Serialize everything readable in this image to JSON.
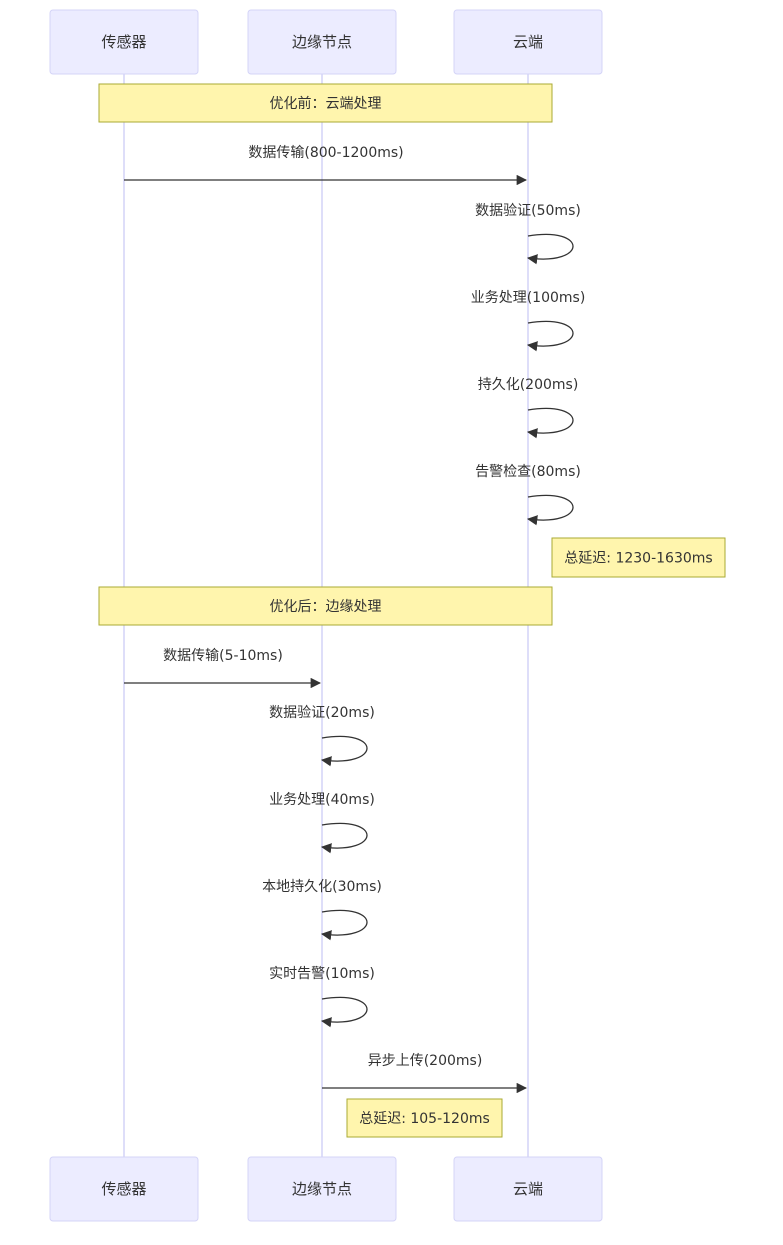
{
  "actors": [
    {
      "id": "sensor",
      "label": "传感器"
    },
    {
      "id": "edge",
      "label": "边缘节点"
    },
    {
      "id": "cloud",
      "label": "云端"
    }
  ],
  "sections": [
    {
      "title": "优化前：云端处理",
      "messages": [
        {
          "from": "sensor",
          "to": "cloud",
          "label": "数据传输(800-1200ms)"
        },
        {
          "from": "cloud",
          "to": "cloud",
          "label": "数据验证(50ms)"
        },
        {
          "from": "cloud",
          "to": "cloud",
          "label": "业务处理(100ms)"
        },
        {
          "from": "cloud",
          "to": "cloud",
          "label": "持久化(200ms)"
        },
        {
          "from": "cloud",
          "to": "cloud",
          "label": "告警检查(80ms)"
        }
      ],
      "total_note": {
        "anchor": "cloud",
        "placement": "right-of",
        "text": "总延迟: 1230-1630ms"
      }
    },
    {
      "title": "优化后：边缘处理",
      "messages": [
        {
          "from": "sensor",
          "to": "edge",
          "label": "数据传输(5-10ms)"
        },
        {
          "from": "edge",
          "to": "edge",
          "label": "数据验证(20ms)"
        },
        {
          "from": "edge",
          "to": "edge",
          "label": "业务处理(40ms)"
        },
        {
          "from": "edge",
          "to": "edge",
          "label": "本地持久化(30ms)"
        },
        {
          "from": "edge",
          "to": "edge",
          "label": "实时告警(10ms)"
        },
        {
          "from": "edge",
          "to": "cloud",
          "label": "异步上传(200ms)"
        }
      ],
      "total_note": {
        "anchor": "edge-cloud",
        "placement": "over",
        "text": "总延迟: 105-120ms"
      }
    }
  ],
  "colors": {
    "actor_fill": "#ECECFF",
    "actor_border": "#D4D4F7",
    "note_fill": "#FFF5AD",
    "note_border": "#AAAA33",
    "line": "#333333",
    "text": "#333333"
  }
}
